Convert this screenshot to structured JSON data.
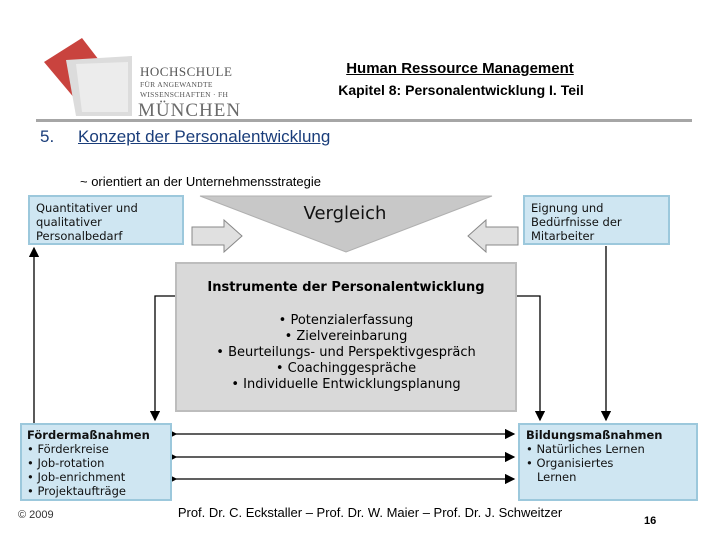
{
  "logo": {
    "line1": "HOCHSCHULE",
    "line2": "FÜR ANGEWANDTE",
    "line3": "WISSENSCHAFTEN · FH",
    "line4": "MÜNCHEN",
    "accent_color": "#c4332e"
  },
  "header": {
    "title": "Human Ressource Management",
    "subtitle": "Kapitel 8: Personalentwicklung I. Teil"
  },
  "section": {
    "number": "5.",
    "title": "Konzept der Personalentwicklung",
    "subtitle": "~ orientiert an der Unternehmensstrategie"
  },
  "diagram": {
    "vergleich": "Vergleich",
    "top_left": [
      "Quantitativer und",
      "qualitativer",
      "Personalbedarf"
    ],
    "top_right": [
      "Eignung und",
      "Bedürfnisse der",
      "Mitarbeiter"
    ],
    "center_title": "Instrumente der Personalentwicklung",
    "center_items": [
      "• Potenzialerfassung",
      "• Zielvereinbarung",
      "• Beurteilungs- und Perspektivgespräch",
      "• Coachinggespräche",
      "• Individuelle Entwicklungsplanung"
    ],
    "bottom_left_title": "Fördermaßnahmen",
    "bottom_left_items": [
      "• Förderkreise",
      "• Job-rotation",
      "• Job-enrichment",
      "• Projektaufträge"
    ],
    "bottom_right_title": "Bildungsmaßnahmen",
    "bottom_right_items": [
      "• Natürliches Lernen",
      "• Organisiertes",
      "   Lernen"
    ],
    "colors": {
      "box_fill": "#cfe6f2",
      "center_fill": "#d9d9d9",
      "triangle_fill": "#c8c8c8"
    }
  },
  "footer": {
    "copyright": "© 2009",
    "authors": "Prof. Dr. C. Eckstaller – Prof. Dr. W. Maier – Prof. Dr. J. Schweitzer",
    "page": "16"
  }
}
